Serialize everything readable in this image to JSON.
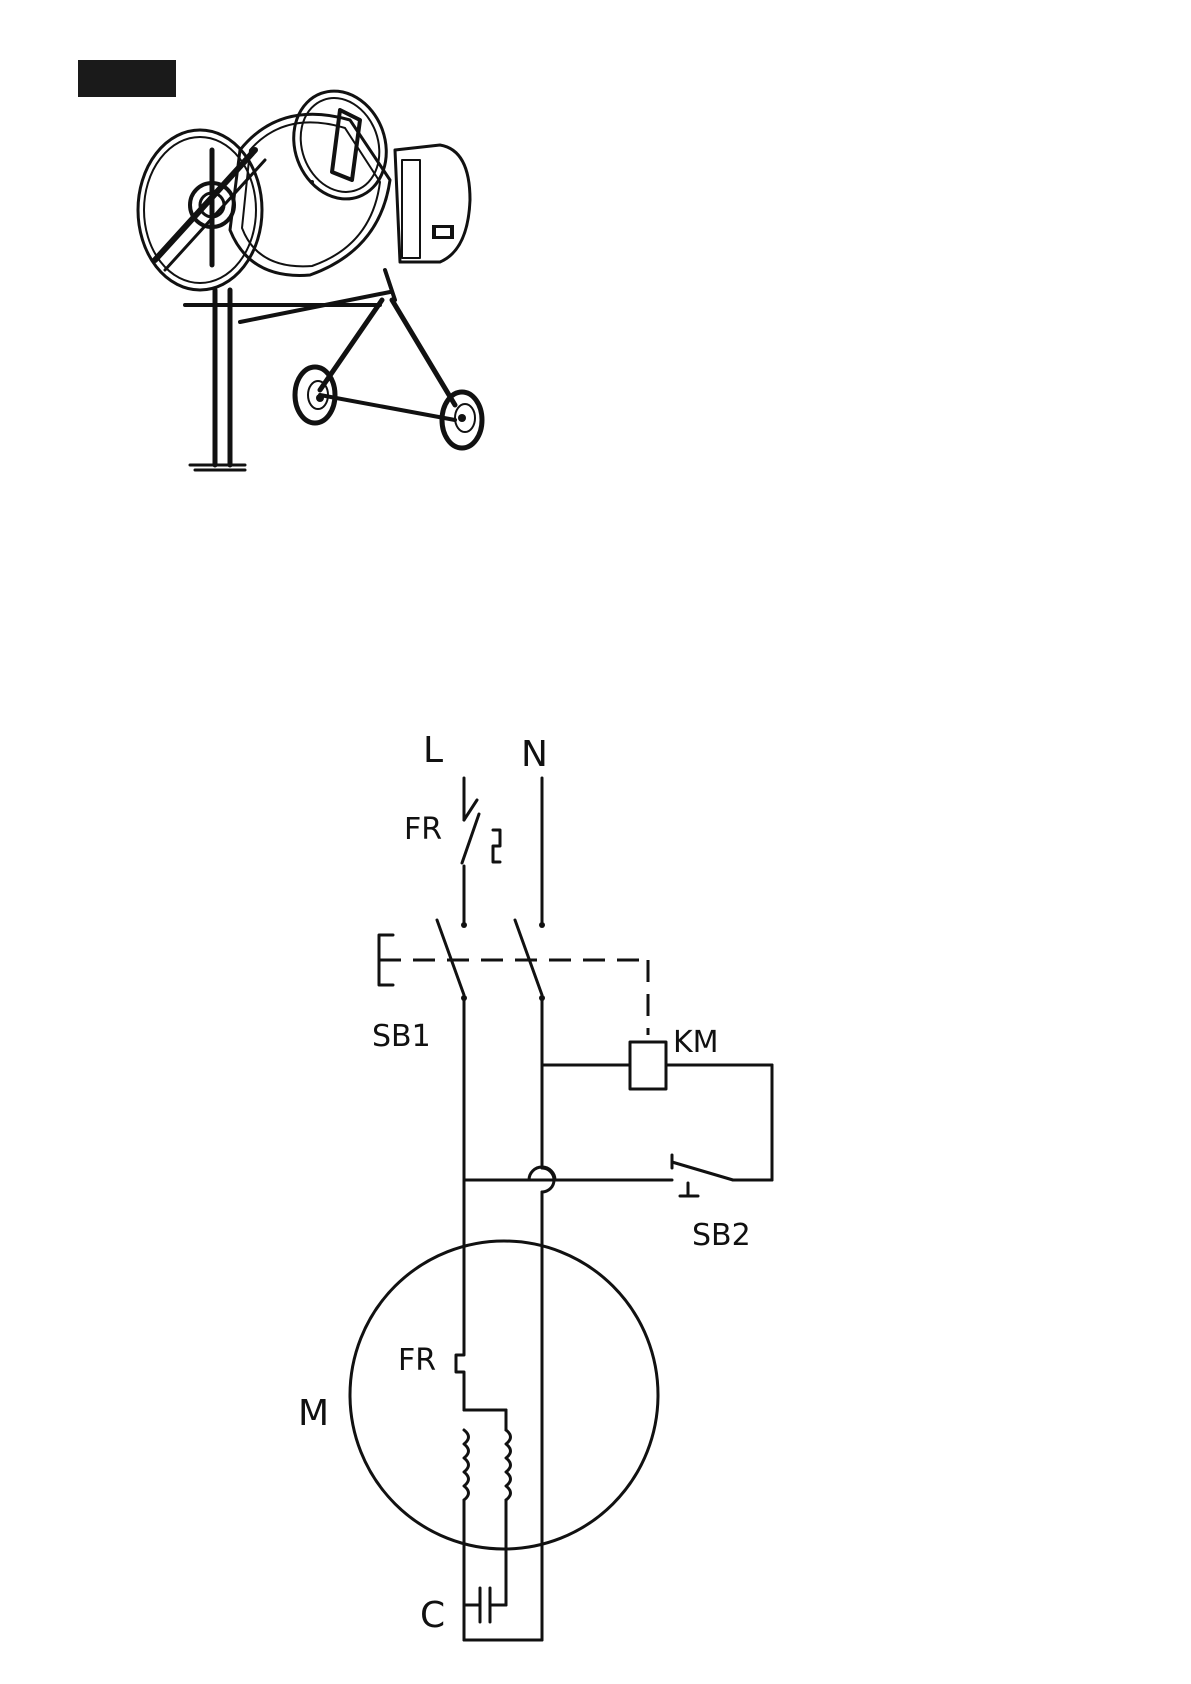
{
  "diagram": {
    "labels": {
      "L": "L",
      "N": "N",
      "FR_top": "FR",
      "SB1": "SB1",
      "KM": "KM",
      "SB2": "SB2",
      "M": "M",
      "FR_motor": "FR",
      "C": "C"
    }
  },
  "colors": {
    "line": "#111111",
    "background": "#ffffff",
    "label_block": "#1a1a1a"
  }
}
